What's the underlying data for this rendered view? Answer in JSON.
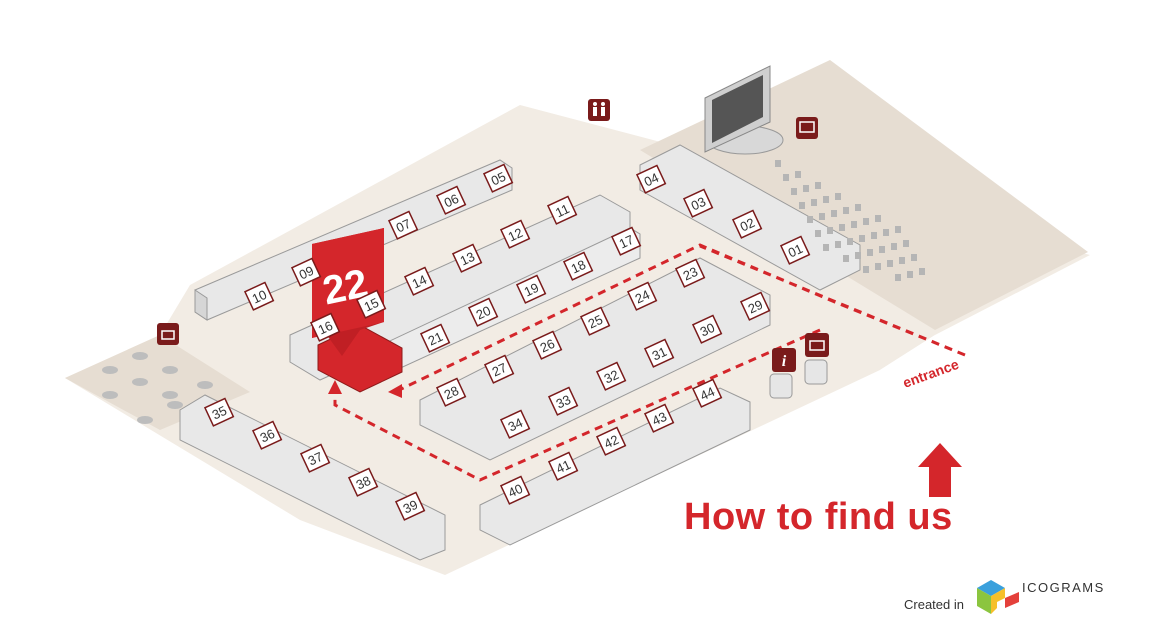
{
  "floorplan": {
    "highlighted_booth": "22",
    "entrance_label": "entrance",
    "booths": [
      {
        "id": "01"
      },
      {
        "id": "02"
      },
      {
        "id": "03"
      },
      {
        "id": "04"
      },
      {
        "id": "05"
      },
      {
        "id": "06"
      },
      {
        "id": "07"
      },
      {
        "id": "09"
      },
      {
        "id": "10"
      },
      {
        "id": "11"
      },
      {
        "id": "12"
      },
      {
        "id": "13"
      },
      {
        "id": "14"
      },
      {
        "id": "15"
      },
      {
        "id": "16"
      },
      {
        "id": "17"
      },
      {
        "id": "18"
      },
      {
        "id": "19"
      },
      {
        "id": "20"
      },
      {
        "id": "21"
      },
      {
        "id": "23"
      },
      {
        "id": "24"
      },
      {
        "id": "25"
      },
      {
        "id": "26"
      },
      {
        "id": "27"
      },
      {
        "id": "28"
      },
      {
        "id": "29"
      },
      {
        "id": "30"
      },
      {
        "id": "31"
      },
      {
        "id": "32"
      },
      {
        "id": "33"
      },
      {
        "id": "34"
      },
      {
        "id": "35"
      },
      {
        "id": "36"
      },
      {
        "id": "37"
      },
      {
        "id": "38"
      },
      {
        "id": "39"
      },
      {
        "id": "40"
      },
      {
        "id": "41"
      },
      {
        "id": "42"
      },
      {
        "id": "43"
      },
      {
        "id": "44"
      }
    ],
    "icons": [
      "restroom-icon",
      "screen-icon",
      "info-icon",
      "ticket-icon",
      "cafe-icon"
    ]
  },
  "headline": "How to find us",
  "credit": {
    "prefix": "Created in",
    "brand": "ICOGRAMS"
  },
  "colors": {
    "accent": "#d4262b",
    "dark_red": "#7a1b1b",
    "floor": "#f2ece4",
    "zone": "#e6ddd2",
    "booth_wall": "#e8e8e8",
    "booth_edge": "#9a9a9a"
  }
}
